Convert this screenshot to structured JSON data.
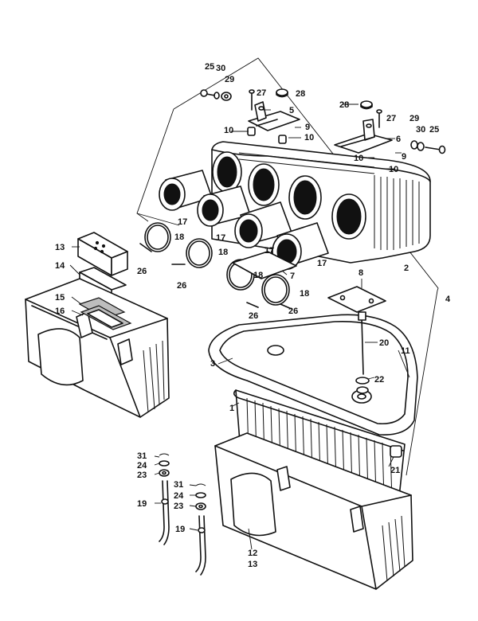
{
  "callouts": [
    {
      "id": "c1",
      "text": "1"
    },
    {
      "id": "c2",
      "text": "2"
    },
    {
      "id": "c3",
      "text": "3"
    },
    {
      "id": "c4",
      "text": "4"
    },
    {
      "id": "c5",
      "text": "5"
    },
    {
      "id": "c6",
      "text": "6"
    },
    {
      "id": "c7",
      "text": "7"
    },
    {
      "id": "c8",
      "text": "8"
    },
    {
      "id": "c9a",
      "text": "9"
    },
    {
      "id": "c9b",
      "text": "9"
    },
    {
      "id": "c10a",
      "text": "10"
    },
    {
      "id": "c10b",
      "text": "10"
    },
    {
      "id": "c10c",
      "text": "10"
    },
    {
      "id": "c10d",
      "text": "10"
    },
    {
      "id": "c11",
      "text": "11"
    },
    {
      "id": "c12",
      "text": "12"
    },
    {
      "id": "c13a",
      "text": "13"
    },
    {
      "id": "c13b",
      "text": "13"
    },
    {
      "id": "c14",
      "text": "14"
    },
    {
      "id": "c15",
      "text": "15"
    },
    {
      "id": "c16",
      "text": "16"
    },
    {
      "id": "c17a",
      "text": "17"
    },
    {
      "id": "c17b",
      "text": "17"
    },
    {
      "id": "c17c",
      "text": "17"
    },
    {
      "id": "c17d",
      "text": "17"
    },
    {
      "id": "c18a",
      "text": "18"
    },
    {
      "id": "c18b",
      "text": "18"
    },
    {
      "id": "c18c",
      "text": "18"
    },
    {
      "id": "c18d",
      "text": "18"
    },
    {
      "id": "c19a",
      "text": "19"
    },
    {
      "id": "c19b",
      "text": "19"
    },
    {
      "id": "c20",
      "text": "20"
    },
    {
      "id": "c21",
      "text": "21"
    },
    {
      "id": "c22",
      "text": "22"
    },
    {
      "id": "c23a",
      "text": "23"
    },
    {
      "id": "c23b",
      "text": "23"
    },
    {
      "id": "c24a",
      "text": "24"
    },
    {
      "id": "c24b",
      "text": "24"
    },
    {
      "id": "c25a",
      "text": "25"
    },
    {
      "id": "c25b",
      "text": "25"
    },
    {
      "id": "c26a",
      "text": "26"
    },
    {
      "id": "c26b",
      "text": "26"
    },
    {
      "id": "c26c",
      "text": "26"
    },
    {
      "id": "c26d",
      "text": "26"
    },
    {
      "id": "c27a",
      "text": "27"
    },
    {
      "id": "c27b",
      "text": "27"
    },
    {
      "id": "c28a",
      "text": "28"
    },
    {
      "id": "c28b",
      "text": "28"
    },
    {
      "id": "c29a",
      "text": "29"
    },
    {
      "id": "c29b",
      "text": "29"
    },
    {
      "id": "c30a",
      "text": "30"
    },
    {
      "id": "c30b",
      "text": "30"
    },
    {
      "id": "c31a",
      "text": "31"
    },
    {
      "id": "c31b",
      "text": "31"
    }
  ]
}
